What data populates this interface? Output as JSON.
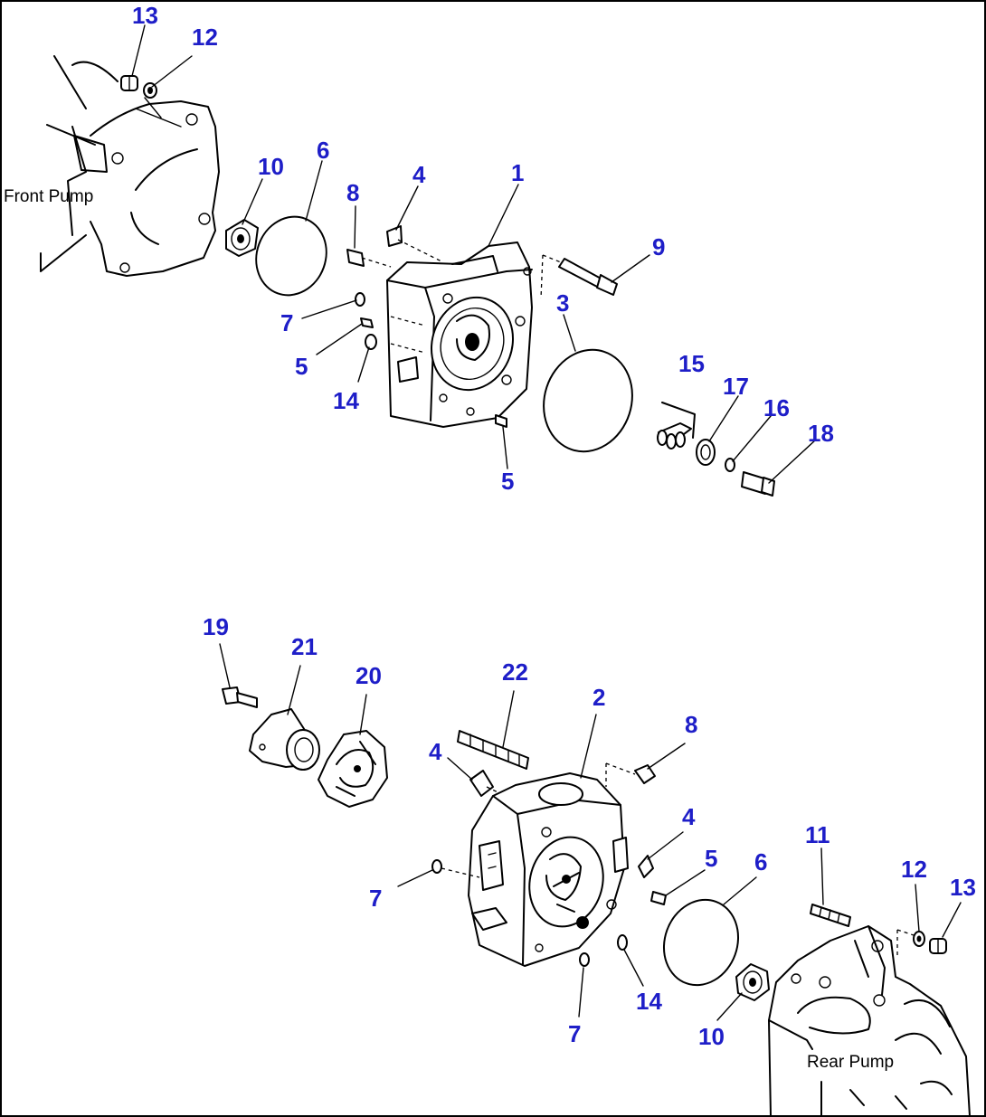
{
  "captions": {
    "front_pump": "Front Pump",
    "rear_pump": "Rear Pump"
  },
  "callouts": {
    "top": [
      "13",
      "12",
      "10",
      "6",
      "8",
      "4",
      "1",
      "9",
      "7",
      "5",
      "14",
      "3",
      "5",
      "15",
      "17",
      "16",
      "18"
    ],
    "bottom": [
      "19",
      "21",
      "20",
      "22",
      "2",
      "8",
      "4",
      "4",
      "7",
      "5",
      "6",
      "7",
      "14",
      "10",
      "11",
      "12",
      "13"
    ]
  },
  "colors": {
    "callout_text": "#1e1ec8",
    "line_art": "#000000",
    "background": "#ffffff"
  }
}
